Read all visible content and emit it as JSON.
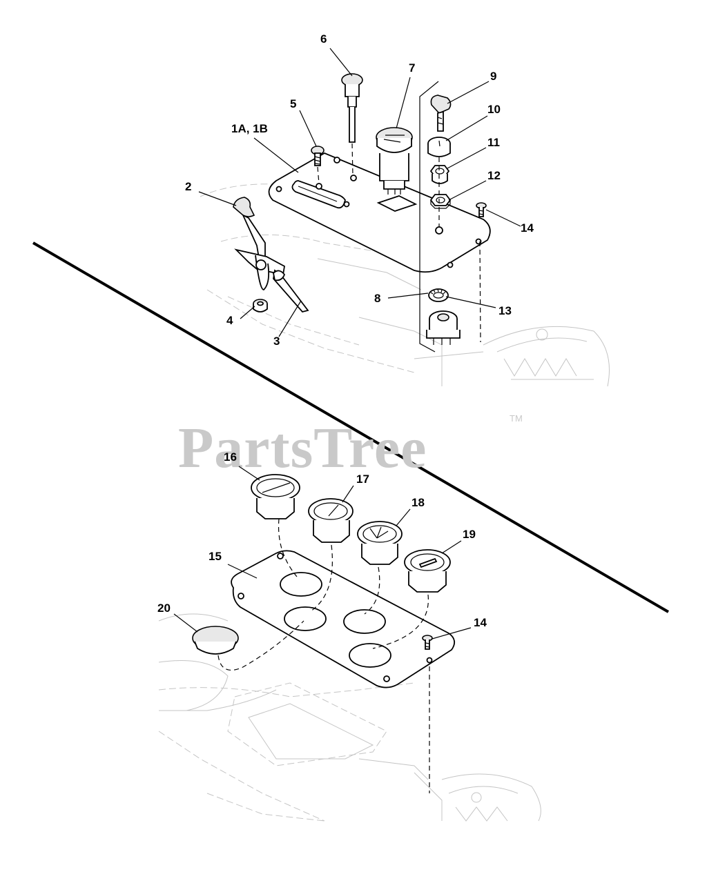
{
  "watermark": {
    "text": "PartsTree",
    "trademark": "TM"
  },
  "callouts": {
    "c6": "6",
    "c7": "7",
    "c9": "9",
    "c10": "10",
    "c5": "5",
    "c1ab": "1A, 1B",
    "c11": "11",
    "c12": "12",
    "c2": "2",
    "c14a": "14",
    "c8": "8",
    "c13": "13",
    "c4": "4",
    "c3": "3",
    "c16": "16",
    "c17": "17",
    "c18": "18",
    "c19": "19",
    "c15": "15",
    "c20": "20",
    "c14b": "14"
  }
}
